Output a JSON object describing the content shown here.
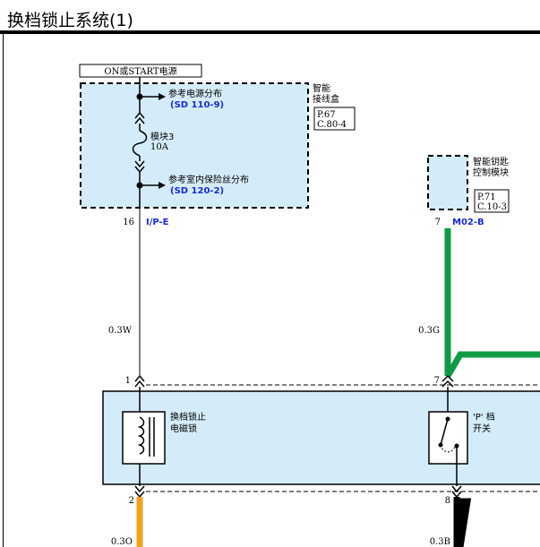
{
  "title": "换档锁止系统(1)",
  "power": {
    "label": "ON或START电源"
  },
  "junction_box": {
    "name_line1": "智能",
    "name_line2": "接线盒",
    "page_ref": "P.67",
    "conn_ref": "C.80-4",
    "ref_power_text": "参考电源分布",
    "ref_power_code": "(SD 110-9)",
    "fuse_name": "模块3",
    "fuse_rating": "10A",
    "ref_fuse_text": "参考室内保险丝分布",
    "ref_fuse_code": "(SD 120-2)"
  },
  "smart_key": {
    "name_line1": "智能钥匙",
    "name_line2": "控制模块",
    "page_ref": "P.71",
    "conn_ref": "C.10-3"
  },
  "connectors": {
    "left_pin_top": "16",
    "left_code": "I/P-E",
    "right_pin_top": "7",
    "right_code": "M02-B",
    "left_pin_mid": "1",
    "right_pin_mid": "7",
    "left_pin_bottom": "2",
    "right_pin_bottom": "8"
  },
  "wires": {
    "left_upper": "0.3W",
    "right_upper": "0.3G",
    "left_lower": "0.3O",
    "right_lower": "0.3B"
  },
  "colors": {
    "box_fill": "#d4ecf9",
    "wire_green": "#0f9b46",
    "wire_orange": "#f5a01a",
    "wire_black": "#000000",
    "code_blue": "#1a2bd6"
  },
  "module": {
    "solenoid_line1": "换档锁止",
    "solenoid_line2": "电磁锁",
    "switch_line1": "'P' 档",
    "switch_line2": "开关"
  }
}
